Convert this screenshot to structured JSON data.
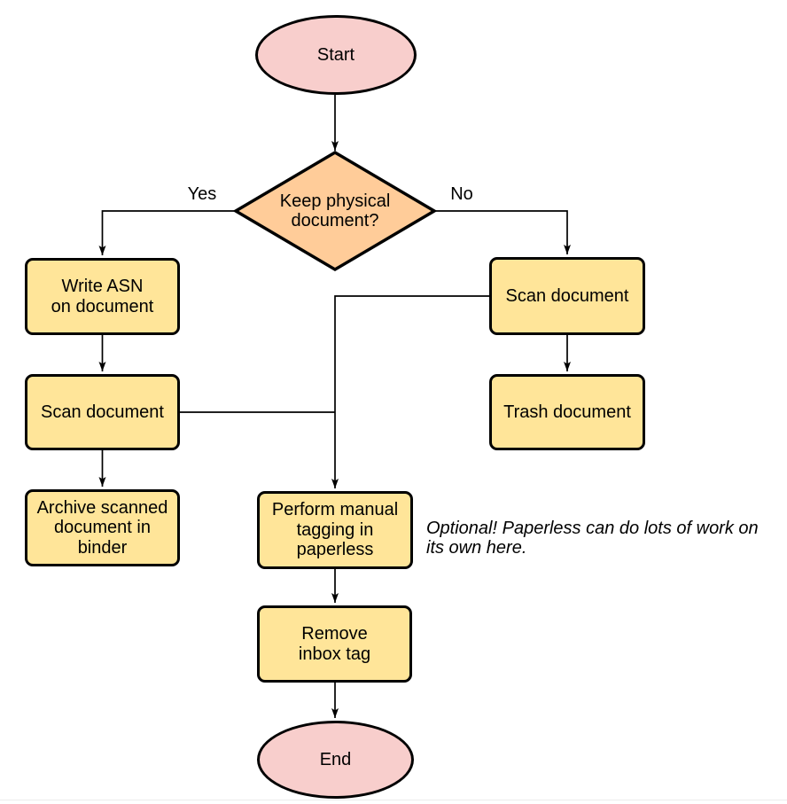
{
  "diagram": {
    "type": "flowchart",
    "nodes": {
      "start": {
        "label": "Start",
        "shape": "terminator"
      },
      "decision": {
        "label": "Keep physical\ndocument?",
        "shape": "decision"
      },
      "write_asn": {
        "label": "Write ASN\non document",
        "shape": "process"
      },
      "scan_left": {
        "label": "Scan document",
        "shape": "process"
      },
      "archive": {
        "label": "Archive scanned\ndocument in\nbinder",
        "shape": "process"
      },
      "scan_right": {
        "label": "Scan document",
        "shape": "process"
      },
      "trash": {
        "label": "Trash document",
        "shape": "process"
      },
      "tagging": {
        "label": "Perform manual\ntagging in\npaperless",
        "shape": "process"
      },
      "remove_inbox": {
        "label": "Remove\ninbox tag",
        "shape": "process"
      },
      "end": {
        "label": "End",
        "shape": "terminator"
      }
    },
    "edge_labels": {
      "yes": "Yes",
      "no": "No"
    },
    "annotation": "Optional! Paperless can do lots of work on\nits own here.",
    "colors": {
      "terminator_fill": "#f8cecc",
      "decision_fill": "#ffcc99",
      "process_fill": "#ffe599",
      "stroke": "#000000",
      "text": "#000000"
    }
  }
}
